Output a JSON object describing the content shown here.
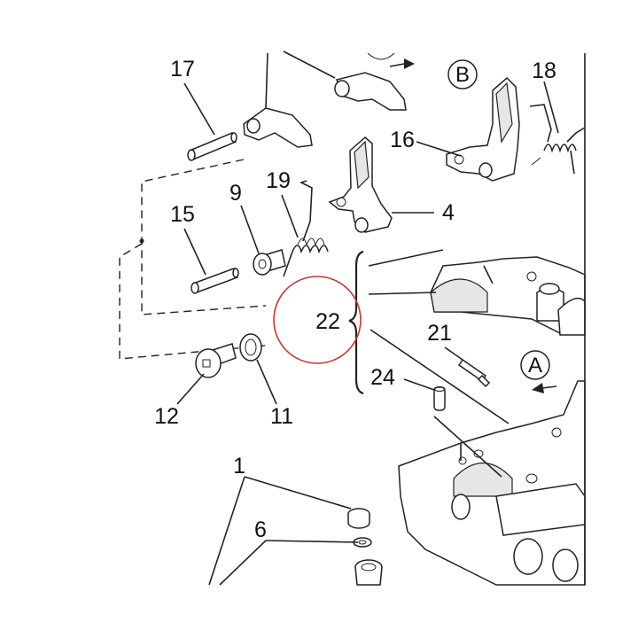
{
  "callouts": {
    "c1": "1",
    "c4": "4",
    "c6": "6",
    "c9": "9",
    "c11": "11",
    "c12": "12",
    "c15": "15",
    "c16": "16",
    "c17": "17",
    "c18": "18",
    "c19": "19",
    "c21": "21",
    "c22": "22",
    "c24": "24"
  },
  "view_markers": {
    "a": "A",
    "b": "B"
  },
  "highlight": {
    "color": "#cc3333",
    "target": "22"
  }
}
